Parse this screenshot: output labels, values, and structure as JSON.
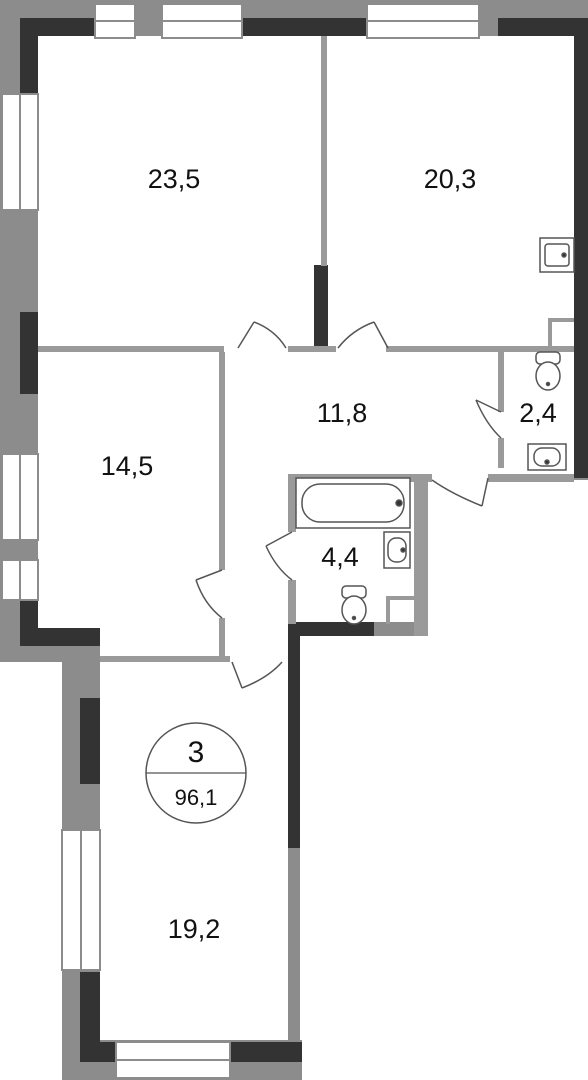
{
  "colors": {
    "wall_dark": "#333333",
    "wall_grey": "#8c8c8c",
    "partition": "#9a9a9a",
    "window_frame": "#8c8c8c",
    "window_fill": "#ffffff",
    "fixture_stroke": "#555555",
    "text": "#111111"
  },
  "badge": {
    "rooms": "3",
    "total_area": "96,1"
  },
  "rooms": [
    {
      "id": "room-1",
      "area": "23,5"
    },
    {
      "id": "room-2",
      "area": "20,3"
    },
    {
      "id": "room-3",
      "area": "14,5"
    },
    {
      "id": "hall",
      "area": "11,8"
    },
    {
      "id": "wc",
      "area": "2,4"
    },
    {
      "id": "bathroom",
      "area": "4,4"
    },
    {
      "id": "room-4",
      "area": "19,2"
    }
  ]
}
